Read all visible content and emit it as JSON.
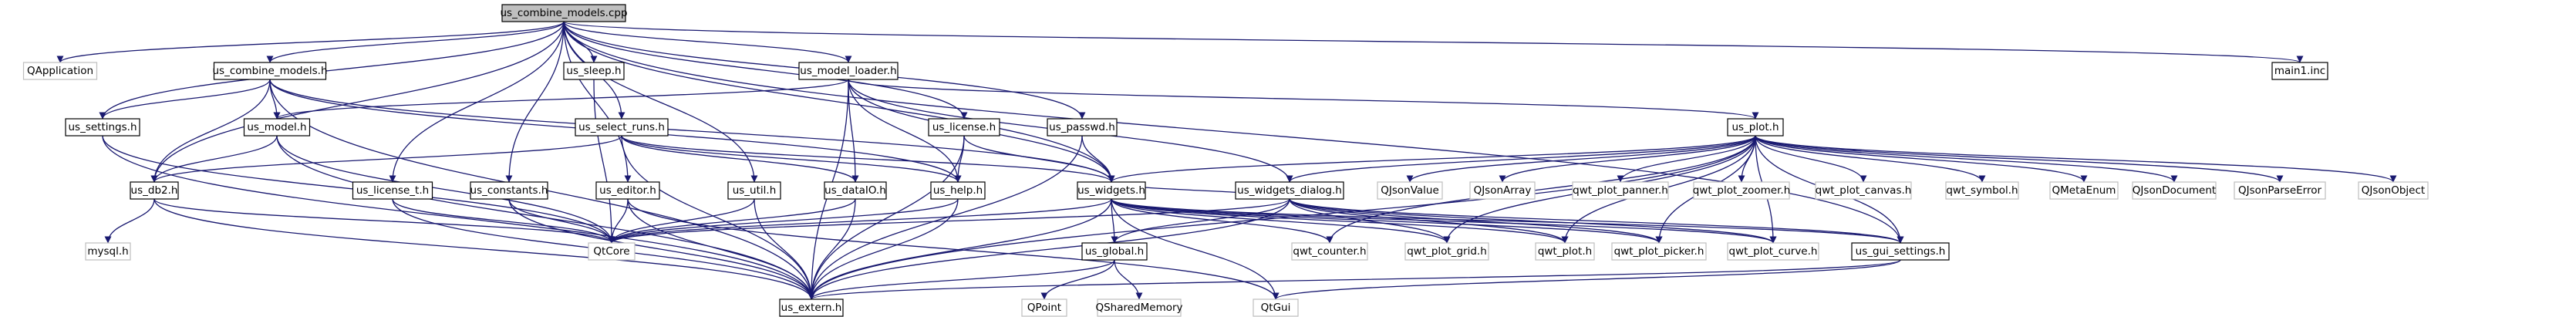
{
  "colors": {
    "edge": "#191970",
    "root_fill": "#bfbfbf",
    "root_stroke": "#000000",
    "file_fill": "#ffffff",
    "file_stroke": "#000000",
    "external_fill": "#ffffff",
    "external_stroke": "#bfbfbf",
    "external_text": "#7f7f7f"
  },
  "nodes": [
    {
      "id": "root",
      "label": "us_combine_models.cpp",
      "kind": "root"
    },
    {
      "id": "qapp",
      "label": "QApplication",
      "kind": "external"
    },
    {
      "id": "ucm_h",
      "label": "us_combine_models.h",
      "kind": "file"
    },
    {
      "id": "sleep",
      "label": "us_sleep.h",
      "kind": "file"
    },
    {
      "id": "loader",
      "label": "us_model_loader.h",
      "kind": "file"
    },
    {
      "id": "main1",
      "label": "main1.inc",
      "kind": "file"
    },
    {
      "id": "settings",
      "label": "us_settings.h",
      "kind": "file"
    },
    {
      "id": "model",
      "label": "us_model.h",
      "kind": "file"
    },
    {
      "id": "select",
      "label": "us_select_runs.h",
      "kind": "file"
    },
    {
      "id": "license",
      "label": "us_license.h",
      "kind": "file"
    },
    {
      "id": "passwd",
      "label": "us_passwd.h",
      "kind": "file"
    },
    {
      "id": "plot",
      "label": "us_plot.h",
      "kind": "file"
    },
    {
      "id": "db2",
      "label": "us_db2.h",
      "kind": "file"
    },
    {
      "id": "license_t",
      "label": "us_license_t.h",
      "kind": "file"
    },
    {
      "id": "constants",
      "label": "us_constants.h",
      "kind": "file"
    },
    {
      "id": "editor",
      "label": "us_editor.h",
      "kind": "file"
    },
    {
      "id": "util",
      "label": "us_util.h",
      "kind": "file"
    },
    {
      "id": "dataio",
      "label": "us_dataIO.h",
      "kind": "file"
    },
    {
      "id": "help",
      "label": "us_help.h",
      "kind": "file"
    },
    {
      "id": "widgets",
      "label": "us_widgets.h",
      "kind": "file"
    },
    {
      "id": "wdialog",
      "label": "us_widgets_dialog.h",
      "kind": "file"
    },
    {
      "id": "qjv",
      "label": "QJsonValue",
      "kind": "external"
    },
    {
      "id": "qja",
      "label": "QJsonArray",
      "kind": "external"
    },
    {
      "id": "qpp",
      "label": "qwt_plot_panner.h",
      "kind": "external"
    },
    {
      "id": "qpz",
      "label": "qwt_plot_zoomer.h",
      "kind": "external"
    },
    {
      "id": "qpc",
      "label": "qwt_plot_canvas.h",
      "kind": "external"
    },
    {
      "id": "qsym",
      "label": "qwt_symbol.h",
      "kind": "external"
    },
    {
      "id": "qme",
      "label": "QMetaEnum",
      "kind": "external"
    },
    {
      "id": "qjd",
      "label": "QJsonDocument",
      "kind": "external"
    },
    {
      "id": "qjpe",
      "label": "QJsonParseError",
      "kind": "external"
    },
    {
      "id": "qjo",
      "label": "QJsonObject",
      "kind": "external"
    },
    {
      "id": "mysql",
      "label": "mysql.h",
      "kind": "external"
    },
    {
      "id": "qtcore",
      "label": "QtCore",
      "kind": "external"
    },
    {
      "id": "global",
      "label": "us_global.h",
      "kind": "file"
    },
    {
      "id": "counter",
      "label": "qwt_counter.h",
      "kind": "external"
    },
    {
      "id": "grid",
      "label": "qwt_plot_grid.h",
      "kind": "external"
    },
    {
      "id": "qwtplot",
      "label": "qwt_plot.h",
      "kind": "external"
    },
    {
      "id": "picker",
      "label": "qwt_plot_picker.h",
      "kind": "external"
    },
    {
      "id": "curve",
      "label": "qwt_plot_curve.h",
      "kind": "external"
    },
    {
      "id": "gui",
      "label": "us_gui_settings.h",
      "kind": "file"
    },
    {
      "id": "extern",
      "label": "us_extern.h",
      "kind": "file"
    },
    {
      "id": "qpoint",
      "label": "QPoint",
      "kind": "external"
    },
    {
      "id": "qshm",
      "label": "QSharedMemory",
      "kind": "external"
    },
    {
      "id": "qtgui",
      "label": "QtGui",
      "kind": "external"
    }
  ],
  "edges": [
    [
      "root",
      "qapp"
    ],
    [
      "root",
      "ucm_h"
    ],
    [
      "root",
      "sleep"
    ],
    [
      "root",
      "loader"
    ],
    [
      "root",
      "main1"
    ],
    [
      "root",
      "settings"
    ],
    [
      "root",
      "select"
    ],
    [
      "root",
      "license"
    ],
    [
      "root",
      "passwd"
    ],
    [
      "root",
      "db2"
    ],
    [
      "root",
      "license_t"
    ],
    [
      "root",
      "constants"
    ],
    [
      "root",
      "editor"
    ],
    [
      "root",
      "util"
    ],
    [
      "root",
      "widgets"
    ],
    [
      "root",
      "gui"
    ],
    [
      "ucm_h",
      "settings"
    ],
    [
      "ucm_h",
      "model"
    ],
    [
      "ucm_h",
      "db2"
    ],
    [
      "ucm_h",
      "help"
    ],
    [
      "ucm_h",
      "widgets"
    ],
    [
      "ucm_h",
      "extern"
    ],
    [
      "sleep",
      "qtcore"
    ],
    [
      "loader",
      "model"
    ],
    [
      "loader",
      "plot"
    ],
    [
      "loader",
      "dataio"
    ],
    [
      "loader",
      "help"
    ],
    [
      "loader",
      "widgets"
    ],
    [
      "loader",
      "wdialog"
    ],
    [
      "loader",
      "extern"
    ],
    [
      "settings",
      "qtcore"
    ],
    [
      "settings",
      "extern"
    ],
    [
      "model",
      "db2"
    ],
    [
      "model",
      "qtcore"
    ],
    [
      "model",
      "extern"
    ],
    [
      "select",
      "db2"
    ],
    [
      "select",
      "dataio"
    ],
    [
      "select",
      "help"
    ],
    [
      "select",
      "widgets"
    ],
    [
      "select",
      "extern"
    ],
    [
      "license",
      "help"
    ],
    [
      "license",
      "widgets"
    ],
    [
      "license",
      "extern"
    ],
    [
      "passwd",
      "widgets"
    ],
    [
      "passwd",
      "extern"
    ],
    [
      "plot",
      "widgets"
    ],
    [
      "plot",
      "wdialog"
    ],
    [
      "plot",
      "qjv"
    ],
    [
      "plot",
      "qja"
    ],
    [
      "plot",
      "qpp"
    ],
    [
      "plot",
      "qpz"
    ],
    [
      "plot",
      "qpc"
    ],
    [
      "plot",
      "qsym"
    ],
    [
      "plot",
      "qme"
    ],
    [
      "plot",
      "qjd"
    ],
    [
      "plot",
      "qjpe"
    ],
    [
      "plot",
      "qjo"
    ],
    [
      "plot",
      "counter"
    ],
    [
      "plot",
      "grid"
    ],
    [
      "plot",
      "qwtplot"
    ],
    [
      "plot",
      "picker"
    ],
    [
      "plot",
      "curve"
    ],
    [
      "plot",
      "gui"
    ],
    [
      "plot",
      "extern"
    ],
    [
      "db2",
      "mysql"
    ],
    [
      "db2",
      "qtcore"
    ],
    [
      "db2",
      "extern"
    ],
    [
      "license_t",
      "qtcore"
    ],
    [
      "license_t",
      "extern"
    ],
    [
      "constants",
      "qtcore"
    ],
    [
      "constants",
      "extern"
    ],
    [
      "editor",
      "qtcore"
    ],
    [
      "editor",
      "qtgui"
    ],
    [
      "editor",
      "extern"
    ],
    [
      "util",
      "qtcore"
    ],
    [
      "util",
      "extern"
    ],
    [
      "dataio",
      "qtcore"
    ],
    [
      "dataio",
      "extern"
    ],
    [
      "help",
      "qtcore"
    ],
    [
      "help",
      "extern"
    ],
    [
      "widgets",
      "qtcore"
    ],
    [
      "widgets",
      "global"
    ],
    [
      "widgets",
      "counter"
    ],
    [
      "widgets",
      "grid"
    ],
    [
      "widgets",
      "qwtplot"
    ],
    [
      "widgets",
      "picker"
    ],
    [
      "widgets",
      "curve"
    ],
    [
      "widgets",
      "gui"
    ],
    [
      "widgets",
      "extern"
    ],
    [
      "widgets",
      "qtgui"
    ],
    [
      "wdialog",
      "widgets"
    ],
    [
      "wdialog",
      "global"
    ],
    [
      "wdialog",
      "grid"
    ],
    [
      "wdialog",
      "qwtplot"
    ],
    [
      "wdialog",
      "picker"
    ],
    [
      "wdialog",
      "curve"
    ],
    [
      "wdialog",
      "gui"
    ],
    [
      "wdialog",
      "extern"
    ],
    [
      "wdialog",
      "qtcore"
    ],
    [
      "global",
      "extern"
    ],
    [
      "global",
      "qpoint"
    ],
    [
      "global",
      "qshm"
    ],
    [
      "gui",
      "extern"
    ],
    [
      "gui",
      "qtgui"
    ]
  ]
}
